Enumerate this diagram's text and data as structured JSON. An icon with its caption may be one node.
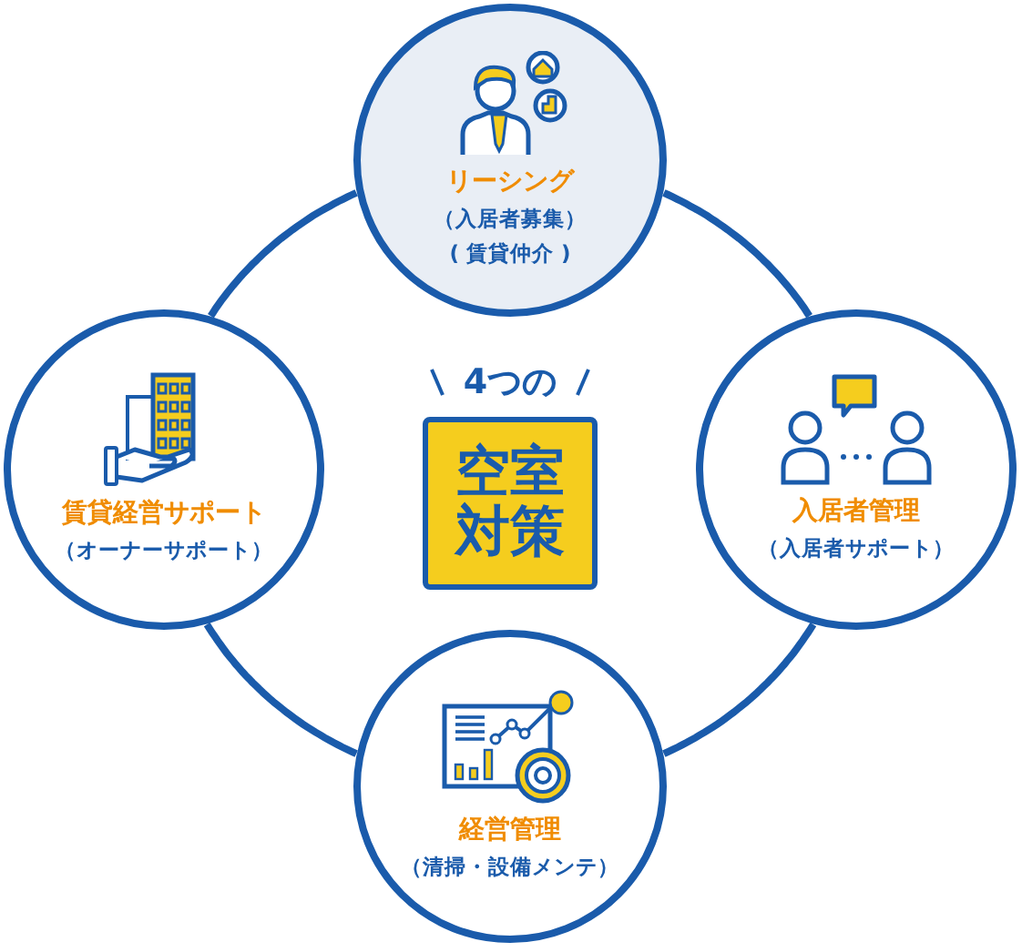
{
  "diagram": {
    "nodes": [
      {
        "text": [
          "リーシング",
          "（入居者募集）",
          "( 賃貸仲介 )"
        ]
      },
      {
        "text": [
          "賃貸経営サポート",
          "（オーナーサポート）"
        ]
      },
      {
        "text": [
          "4つの",
          "空室対策"
        ]
      },
      {
        "text": [
          "入居者管理",
          "（入居者サポート）"
        ]
      },
      {
        "text": [
          "経営管理",
          "（清掃・設備メンテ）"
        ]
      }
    ],
    "edges": [
      {
        "from": 0,
        "to": 3,
        "arrow": "none"
      },
      {
        "from": 3,
        "to": 4,
        "arrow": "none"
      },
      {
        "from": 4,
        "to": 1,
        "arrow": "none"
      },
      {
        "from": 1,
        "to": 0,
        "arrow": "none"
      }
    ]
  }
}
